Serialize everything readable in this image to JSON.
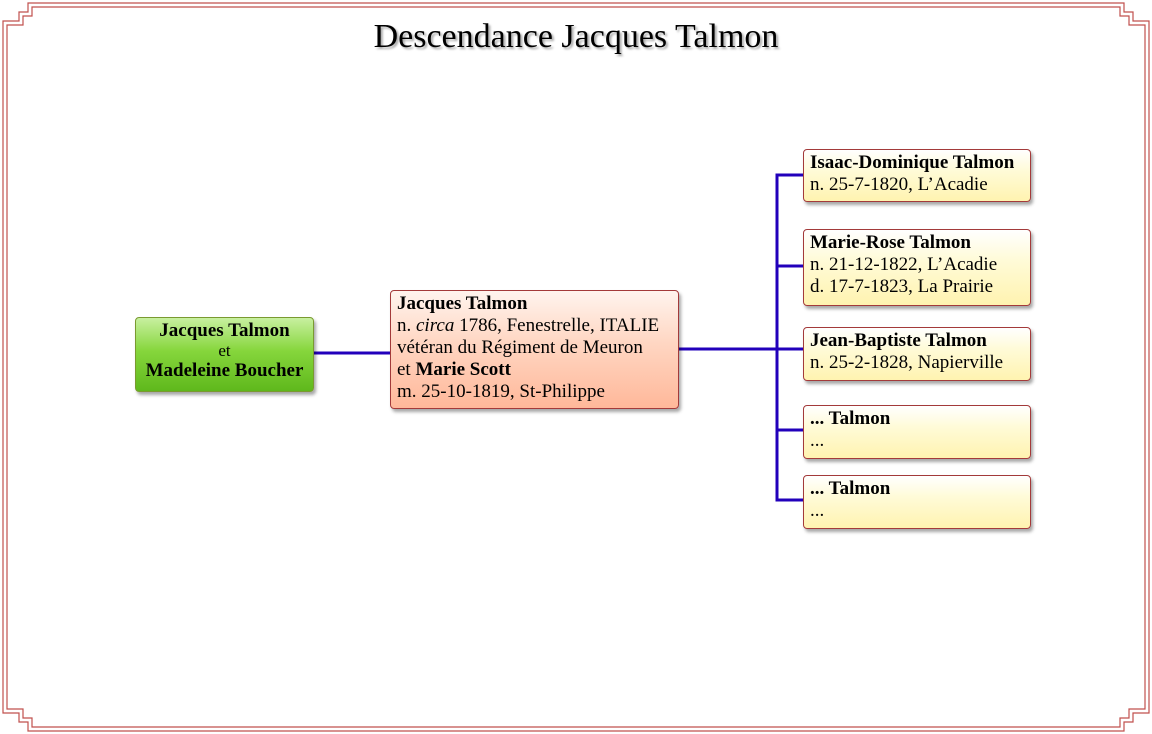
{
  "title": "Descendance Jacques Talmon",
  "colors": {
    "frame": "#c0504d",
    "connector": "#2200bb",
    "root_fill": "#86d63c",
    "mid_fill": "#ffc4aa",
    "child_fill": "#fff6c0"
  },
  "root": {
    "name1": "Jacques Talmon",
    "conj": "et",
    "name2": "Madeleine Boucher"
  },
  "mid": {
    "name": "Jacques Talmon",
    "birth_prefix": "n. ",
    "birth_circa": "circa",
    "birth_rest": " 1786, Fenestrelle, ITALIE",
    "note": "vétéran du Régiment de Meuron",
    "spouse_conj": "et ",
    "spouse": "Marie Scott",
    "marriage": "m. 25-10-1819, St-Philippe"
  },
  "children": [
    {
      "name": "Isaac-Dominique Talmon",
      "line1": "n. 25-7-1820, L’Acadie"
    },
    {
      "name": "Marie-Rose Talmon",
      "line1": "n. 21-12-1822, L’Acadie",
      "line2": "d. 17-7-1823, La Prairie"
    },
    {
      "name": "Jean-Baptiste Talmon",
      "line1": "n. 25-2-1828, Napierville"
    },
    {
      "name": "... Talmon",
      "line1": "..."
    },
    {
      "name": "... Talmon",
      "line1": "..."
    }
  ]
}
